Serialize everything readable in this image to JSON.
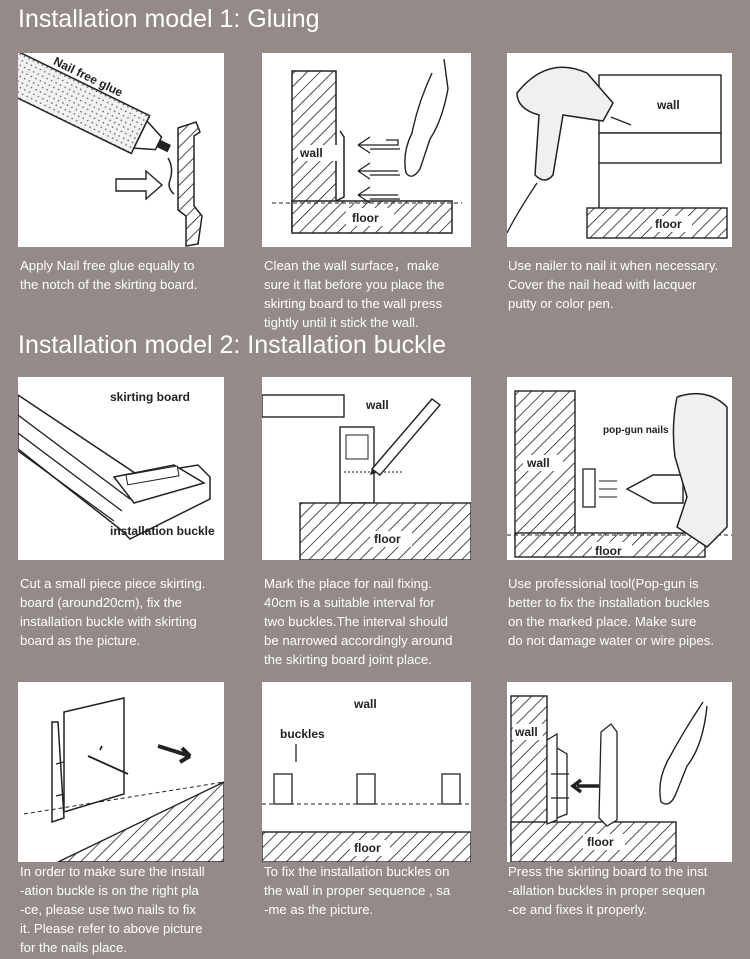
{
  "section1": {
    "title": "Installation model 1: Gluing",
    "steps": [
      {
        "labels": {
          "tube": "Nail free glue"
        },
        "caption": "Apply Nail free glue equally to\n the notch of the skirting board."
      },
      {
        "labels": {
          "wall": "wall",
          "floor": "floor"
        },
        "caption": "Clean the wall surface，make\nsure it flat before you place the\n skirting board to the wall press\ntightly until it stick the wall."
      },
      {
        "labels": {
          "wall": "wall",
          "floor": "floor"
        },
        "caption": "Use nailer to nail it when necessary.\n Cover the nail head with lacquer\nputty or color pen."
      }
    ]
  },
  "section2": {
    "title": "Installation model 2: Installation buckle",
    "steps": [
      {
        "labels": {
          "board": "skirting board",
          "buckle": "installation buckle"
        },
        "caption": "Cut a small piece piece skirting.\nboard (around20cm), fix the\ninstallation buckle  with skirting\n board as the picture."
      },
      {
        "labels": {
          "wall": "wall",
          "floor": "floor"
        },
        "caption": "Mark the place for nail fixing.\n40cm is a suitable interval for\ntwo buckles.The interval should\n be narrowed accordingly around\n the skirting board joint place."
      },
      {
        "labels": {
          "wall": "wall",
          "nails": "pop-gun nails",
          "floor": "floor"
        },
        "caption": "Use professional tool(Pop-gun is\nbetter to fix the installation buckles\non the marked place. Make sure\ndo not damage water or wire pipes."
      },
      {
        "labels": {},
        "caption": "In order to make sure the install\n-ation buckle is on the right pla\n-ce, please use two nails to fix\nit. Please refer to above picture\nfor the nails place."
      },
      {
        "labels": {
          "wall": "wall",
          "buckles": "buckles",
          "floor": "floor"
        },
        "caption": "To fix the installation buckles on\nthe wall in proper sequence , sa\n-me as the picture."
      },
      {
        "labels": {
          "wall": "wall",
          "floor": "floor"
        },
        "caption": "Press the skirting board to the inst\n-allation buckles in proper sequen\n-ce and fixes it properly."
      }
    ]
  }
}
